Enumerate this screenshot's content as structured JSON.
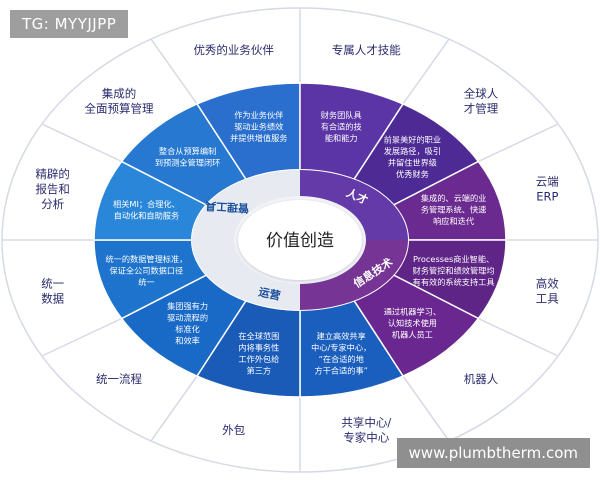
{
  "watermark_top": "TG: MYYJJPP",
  "watermark_bottom": "www.plumbtherm.com",
  "center_label": "价值创造",
  "ring_labels": {
    "talent": "人才",
    "info_tech": "信息技术",
    "operations": "运营",
    "management_tools": "管理工具"
  },
  "outer_labels": [
    [
      "优秀的业务伙伴"
    ],
    [
      "专属人才技能"
    ],
    [
      "全球人",
      "才管理"
    ],
    [
      "云端",
      "ERP"
    ],
    [
      "高效",
      "工具"
    ],
    [
      "机器人"
    ],
    [
      "共享中心/",
      "专家中心"
    ],
    [
      "外包"
    ],
    [
      "统一流程"
    ],
    [
      "统一",
      "数据"
    ],
    [
      "精辟的",
      "报告和",
      "分析"
    ],
    [
      "集成的",
      "全面预算管理"
    ]
  ],
  "inner_texts": [
    [
      "作为业务伙伴",
      "驱动业务绩效",
      "并提供增值服务"
    ],
    [
      "财务团队具",
      "有合适的技",
      "能和能力"
    ],
    [
      "前景美好的职业",
      "发展路径，吸引",
      "并留住世界级",
      "优秀财务"
    ],
    [
      "集成的、云端的业",
      "务管理系统、快速",
      "响应和迭代"
    ],
    [
      "Processes商业智能、",
      "财务管控和绩效管理均",
      "有有效的系统支持工具"
    ],
    [
      "通过机器学习、",
      "认知技术使用",
      "机器人员工"
    ],
    [
      "建立高效共享",
      "中心/专家中心，",
      "“在合适的地",
      "方干合适的事”"
    ],
    [
      "在全球范围",
      "内将事务性",
      "工作外包给",
      "第三方"
    ],
    [
      "集团强有力",
      "驱动流程的",
      "标准化",
      "和效率"
    ],
    [
      "统一的数据管理标准，",
      "保证全公司数据口径",
      "统一"
    ],
    [
      "相关MI；合理化、",
      "自动化和自助服务"
    ],
    [
      "整合从预算编制",
      "到预测全管理闭环"
    ]
  ],
  "colors": {
    "talent": "#5b2fa3",
    "info_tech": "#6f2a8e",
    "operations": "#1463c2",
    "management_tools": "#1f7fd0",
    "outer_ring": "#ffffff",
    "outer_text": "#2b2b6e",
    "line": "#d6d9e6"
  }
}
